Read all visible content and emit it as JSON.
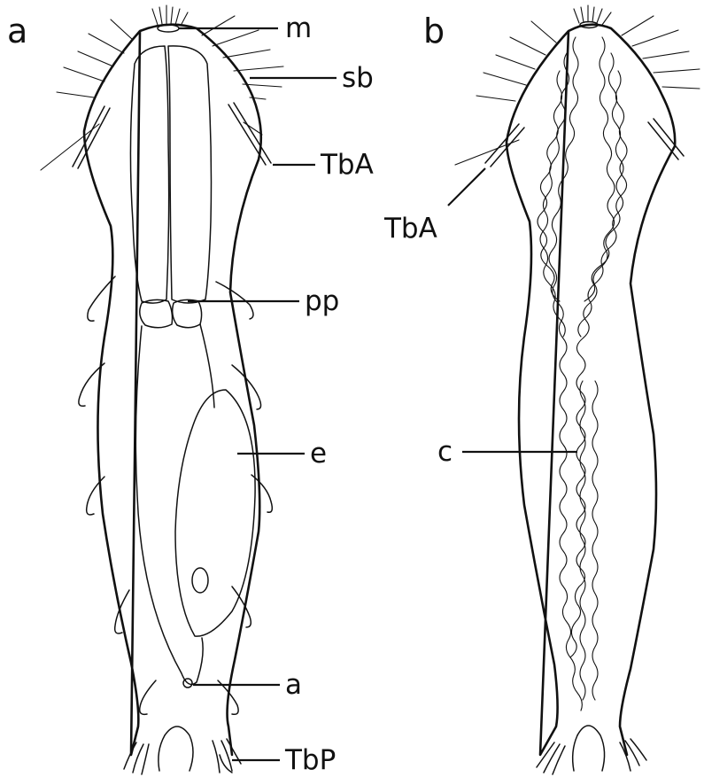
{
  "panels": [
    {
      "letter": "a",
      "labels": {
        "m": "m",
        "sb": "sb",
        "tba": "TbA",
        "pp": "pp",
        "e": "e",
        "a": "a",
        "tbp": "TbP"
      }
    },
    {
      "letter": "b",
      "labels": {
        "tba": "TbA",
        "c": "c"
      }
    }
  ],
  "colors": {
    "ink": "#111111",
    "background": "#ffffff"
  }
}
